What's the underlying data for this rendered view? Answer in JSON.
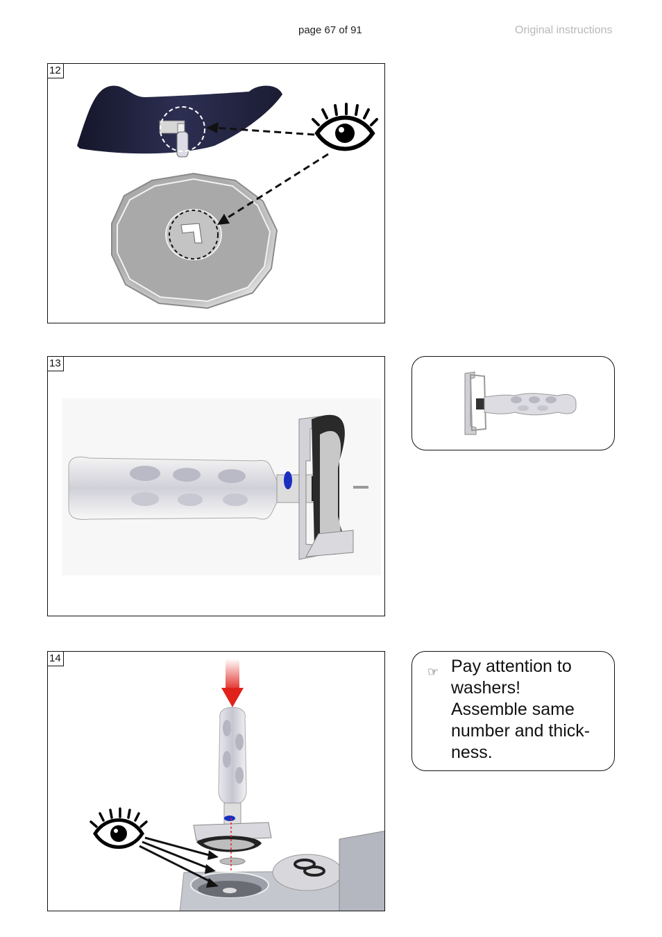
{
  "header": {
    "page_number": "page 67 of 91",
    "doc_label": "Original instructions"
  },
  "figures": [
    {
      "number": "12"
    },
    {
      "number": "13"
    },
    {
      "number": "14"
    }
  ],
  "note": {
    "icon": "pointing-hand-icon",
    "text": "Pay attention to\nwashers!\nAssemble same\nnumber and thick-\nness."
  },
  "colors": {
    "arrow_red": "#e0221c",
    "marker_blue": "#1a2fc0",
    "pad_dark": "#23253f"
  }
}
